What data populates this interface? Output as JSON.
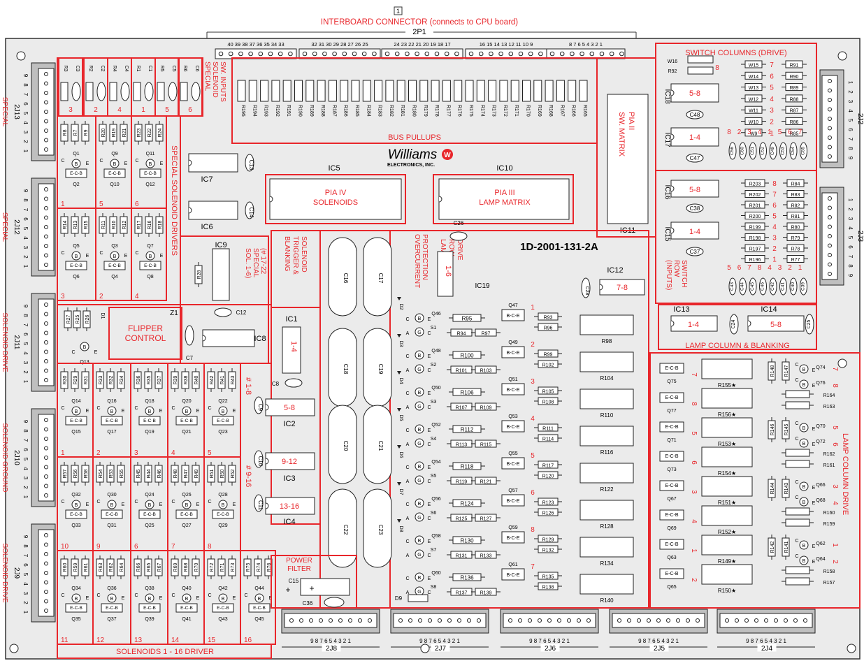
{
  "header": {
    "pin_marker": "1",
    "connector_title": "INTERBOARD CONNECTOR (connects to CPU board)",
    "connector_id": "2P1",
    "pin_groups": [
      "40 39 38 37 36 35 34 33",
      "32 31 30 29 28 27 26 25",
      "24 23 22 21 20 19 18 17",
      "16 15 14 13 12 11 10 9",
      "8 7 6 5 4 3 2 1"
    ]
  },
  "board_id": "1D-2001-131-2A",
  "brand": {
    "name": "Williams",
    "sub": "ELECTRONICS, INC.",
    "logo": "W"
  },
  "sections": {
    "bus_pullups": "BUS PULLUPS",
    "special_inputs": [
      "SPECIAL",
      "SOLENOID",
      "SW. INPUTS"
    ],
    "special_drivers": "SPECIAL SOLENOID DRIVERS",
    "switch_columns": "SWITCH COLUMNS (DRIVE)",
    "switch_row": [
      "SWITCH",
      "ROW",
      "(INPUTS)"
    ],
    "lamp_column_blanking": "LAMP COLUMN & BLANKING",
    "lamp_column_drive": "LAMP COLUMN DRIVE",
    "solenoids_driver": "SOLENOIDS 1 - 16 DRIVER",
    "flipper": [
      "FLIPPER",
      "CONTROL"
    ],
    "power_filter": [
      "POWER",
      "FILTER"
    ],
    "overcurrent": [
      "OVERCURRENT",
      "PROTECTION"
    ],
    "solenoid_trigger": [
      "SOLENOID",
      "TRIGGER &",
      "BLANKING"
    ],
    "lamp_row": [
      "LAMP",
      "ROW",
      "DRIVE"
    ],
    "special_sol": [
      "(# 17-22",
      "SPECIAL",
      "SOL. 1-6)"
    ],
    "range_1_8": "# 1-8",
    "range_9_16": "# 9-16"
  },
  "chips": {
    "ic5": {
      "id": "IC5",
      "label": [
        "PIA IV",
        "SOLENOIDS"
      ]
    },
    "ic10": {
      "id": "IC10",
      "label": [
        "PIA III",
        "LAMP MATRIX"
      ]
    },
    "ic11": {
      "id": "IC11",
      "label": [
        "PIA II",
        "SW. MATRIX"
      ]
    },
    "ic1": {
      "id": "IC1",
      "label": "1-4"
    },
    "ic2": {
      "id": "IC2",
      "label": "5-8"
    },
    "ic3": {
      "id": "IC3",
      "label": "9-12"
    },
    "ic4": {
      "id": "IC4",
      "label": "13-16"
    },
    "ic6": {
      "id": "IC6"
    },
    "ic7": {
      "id": "IC7"
    },
    "ic8": {
      "id": "IC8"
    },
    "ic9": {
      "id": "IC9"
    },
    "ic12": {
      "id": "IC12",
      "label": "7-8"
    },
    "ic13": {
      "id": "IC13",
      "label": "1-4"
    },
    "ic14": {
      "id": "IC14",
      "label": "5-8"
    },
    "ic15": {
      "id": "IC15",
      "label": "1-4"
    },
    "ic16": {
      "id": "IC16",
      "label": "5-8"
    },
    "ic17": {
      "id": "IC17",
      "label": "1-4"
    },
    "ic18": {
      "id": "IC18",
      "label": "5-8"
    },
    "ic19": {
      "id": "IC19",
      "label": "1-6"
    }
  },
  "pullup_resistors": [
    "R195",
    "R194",
    "R193",
    "R192",
    "R191",
    "R190",
    "R189",
    "R188",
    "R187",
    "R186",
    "R185",
    "R184",
    "R183",
    "R182",
    "R181",
    "R180",
    "R179",
    "R178",
    "R177",
    "R176",
    "R175",
    "R174",
    "R173",
    "R172",
    "R171",
    "R170",
    "R169",
    "R168",
    "R167",
    "R166",
    "R165"
  ],
  "filter_caps": [
    "C16",
    "C17",
    "C18",
    "C19",
    "C20",
    "C21",
    "C22",
    "C23"
  ],
  "left_connectors": [
    {
      "id": "2J13",
      "side": "SPECIAL",
      "pins": [
        "9",
        "8",
        "7",
        "6",
        "5",
        "4",
        "3",
        "2",
        "1"
      ]
    },
    {
      "id": "2J12",
      "side": "SPECIAL",
      "pins": [
        "9",
        "8",
        "7",
        "6",
        "5",
        "4",
        "3",
        "2",
        "1"
      ]
    },
    {
      "id": "2J11",
      "side": "SOLENOID DRIVE",
      "pins": [
        "9",
        "8",
        "7",
        "6",
        "5",
        "4",
        "3",
        "2",
        "1"
      ]
    },
    {
      "id": "2J10",
      "side": "SOLENOID GROUND",
      "pins": [
        "9",
        "8",
        "7",
        "6",
        "5",
        "4",
        "3",
        "2",
        "1"
      ]
    },
    {
      "id": "2J9",
      "side": "SOLENOID DRIVE",
      "pins": [
        "9",
        "8",
        "7",
        "6",
        "5",
        "4",
        "3",
        "2",
        "1"
      ]
    }
  ],
  "right_connectors": [
    {
      "id": "2J2",
      "pins": [
        "1",
        "2",
        "3",
        "4",
        "5",
        "6",
        "7",
        "8",
        "9"
      ]
    },
    {
      "id": "2J3",
      "pins": [
        "1",
        "2",
        "3",
        "4",
        "5",
        "6",
        "7",
        "8",
        "9"
      ]
    }
  ],
  "bottom_connectors": [
    {
      "id": "2J8",
      "pins": "9 8 7 6 5 4 3 2 1"
    },
    {
      "id": "2J7",
      "pins": "9 8 7 6 5 4 3 2 1"
    },
    {
      "id": "2J6",
      "pins": "9 8 7 6 5 4 3 2 1"
    },
    {
      "id": "2J5",
      "pins": "9 8 7 6 5 4 3 2 1"
    },
    {
      "id": "2J4",
      "pins": "9 8 7 6 5 4 3 2 1"
    }
  ],
  "special_input_cells": [
    {
      "r": "R3",
      "c": "C3",
      "n": "3"
    },
    {
      "r": "R2",
      "c": "C2",
      "n": "2"
    },
    {
      "r": "R4",
      "c": "C4",
      "n": "4"
    },
    {
      "r": "R1",
      "c": "C1",
      "n": "1"
    },
    {
      "r": "R5",
      "c": "C5",
      "n": "5"
    },
    {
      "r": "R6",
      "c": "C6",
      "n": "6"
    }
  ],
  "special_driver_cells": [
    {
      "rs": [
        "R8",
        "R7",
        "R9"
      ],
      "q1": "Q1",
      "q2": "Q2",
      "n": "1"
    },
    {
      "rs": [
        "R20",
        "R19",
        "R21"
      ],
      "q1": "Q9",
      "q2": "Q10",
      "n": "5"
    },
    {
      "rs": [
        "R23",
        "R22",
        "R24"
      ],
      "q1": "Q11",
      "q2": "Q12",
      "n": "6"
    },
    {
      "rs": [
        "R14",
        "R13",
        "R15"
      ],
      "q1": "Q5",
      "q2": "Q6",
      "n": "3"
    },
    {
      "rs": [
        "R11",
        "R10",
        "R12"
      ],
      "q1": "Q3",
      "q2": "Q4",
      "n": "2"
    },
    {
      "rs": [
        "R17",
        "R16",
        "R18"
      ],
      "q1": "Q7",
      "q2": "Q8",
      "n": "4"
    }
  ],
  "solenoid_cells": [
    {
      "rs": [
        "R30",
        "R29",
        "R31"
      ],
      "q1": "Q14",
      "q2": "Q15",
      "n": "1"
    },
    {
      "rs": [
        "R33",
        "R32",
        "R34"
      ],
      "q1": "Q16",
      "q2": "Q17",
      "n": "2"
    },
    {
      "rs": [
        "R36",
        "R35",
        "R37"
      ],
      "q1": "Q18",
      "q2": "Q19",
      "n": "3"
    },
    {
      "rs": [
        "R39",
        "R38",
        "R40"
      ],
      "q1": "Q20",
      "q2": "Q21",
      "n": "4"
    },
    {
      "rs": [
        "R42",
        "R41",
        "R43"
      ],
      "q1": "Q22",
      "q2": "Q23",
      "n": "5"
    },
    {
      "rs": [
        "R57",
        "R56",
        "R58"
      ],
      "q1": "Q32",
      "q2": "Q33",
      "n": "10"
    },
    {
      "rs": [
        "R54",
        "R53",
        "R55"
      ],
      "q1": "Q30",
      "q2": "Q31",
      "n": "9"
    },
    {
      "rs": [
        "R45",
        "R44",
        "R46"
      ],
      "q1": "Q24",
      "q2": "Q25",
      "n": "6"
    },
    {
      "rs": [
        "R48",
        "R47",
        "R49"
      ],
      "q1": "Q26",
      "q2": "Q27",
      "n": "7"
    },
    {
      "rs": [
        "R51",
        "R50",
        "R52"
      ],
      "q1": "Q28",
      "q2": "Q29",
      "n": "8"
    },
    {
      "rs": [
        "R60",
        "R59",
        "R61"
      ],
      "q1": "Q34",
      "q2": "Q35",
      "n": "11"
    },
    {
      "rs": [
        "R63",
        "R62",
        "R64"
      ],
      "q1": "Q36",
      "q2": "Q37",
      "n": "12"
    },
    {
      "rs": [
        "R66",
        "R65",
        "R67"
      ],
      "q1": "Q38",
      "q2": "Q39",
      "n": "13"
    },
    {
      "rs": [
        "R69",
        "R68",
        "R70"
      ],
      "q1": "Q40",
      "q2": "Q41",
      "n": "14"
    },
    {
      "rs": [
        "R72",
        "R71",
        "R73"
      ],
      "q1": "Q42",
      "q2": "Q43",
      "n": "15"
    },
    {
      "rs": [
        "R75",
        "R74",
        "R76"
      ],
      "q1": "Q44",
      "q2": "Q45",
      "n": "16"
    }
  ],
  "lamp_row_rows": [
    {
      "d": "D2",
      "q": "Q46",
      "s": "S1",
      "r1": "R95",
      "r2": "R94",
      "r3": "R97",
      "qb": "Q47",
      "n": "1",
      "ra": "R93",
      "rb": "R96",
      "big": "R98"
    },
    {
      "d": "D3",
      "q": "Q48",
      "s": "S2",
      "r1": "R100",
      "r2": "R101",
      "r3": "R103",
      "qb": "Q49",
      "n": "2",
      "ra": "R99",
      "rb": "R102",
      "big": "R104"
    },
    {
      "d": "D4",
      "q": "Q50",
      "s": "S3",
      "r1": "R106",
      "r2": "R107",
      "r3": "R109",
      "qb": "Q51",
      "n": "3",
      "ra": "R105",
      "rb": "R108",
      "big": "R110"
    },
    {
      "d": "D5",
      "q": "Q52",
      "s": "S4",
      "r1": "R112",
      "r2": "R113",
      "r3": "R115",
      "qb": "Q53",
      "n": "4",
      "ra": "R111",
      "rb": "R114",
      "big": "R116"
    },
    {
      "d": "D6",
      "q": "Q54",
      "s": "S5",
      "r1": "R118",
      "r2": "R119",
      "r3": "R121",
      "qb": "Q55",
      "n": "5",
      "ra": "R117",
      "rb": "R120",
      "big": "R122"
    },
    {
      "d": "D7",
      "q": "Q56",
      "s": "S6",
      "r1": "R124",
      "r2": "R125",
      "r3": "R127",
      "qb": "Q57",
      "n": "6",
      "ra": "R123",
      "rb": "R126",
      "big": "R128"
    },
    {
      "d": "D8",
      "q": "Q58",
      "s": "S7",
      "r1": "R130",
      "r2": "R131",
      "r3": "R133",
      "qb": "Q59",
      "n": "8",
      "ra": "R129",
      "rb": "R132",
      "big": "R134"
    },
    {
      "d": "",
      "q": "Q60",
      "s": "S8",
      "r1": "R136",
      "r2": "R137",
      "r3": "R139",
      "qb": "Q61",
      "n": "7",
      "ra": "R135",
      "rb": "R138",
      "big": "R140"
    }
  ],
  "switch_col_rows": [
    {
      "w": "W15",
      "n": "7",
      "r": "R91"
    },
    {
      "w": "W14",
      "n": "6",
      "r": "R90"
    },
    {
      "w": "W13",
      "n": "5",
      "r": "R89"
    },
    {
      "w": "W12",
      "n": "4",
      "r": "R88"
    },
    {
      "w": "W11",
      "n": "3",
      "r": "R87"
    },
    {
      "w": "W10",
      "n": "2",
      "r": "R86"
    },
    {
      "w": "W9",
      "n": "1",
      "r": "R85"
    }
  ],
  "switch_col_extra": {
    "w": "W16",
    "r": "R92",
    "n": "8"
  },
  "switch_row_rows": [
    {
      "r1": "R203",
      "n": "8",
      "r2": "R84"
    },
    {
      "r1": "R202",
      "n": "7",
      "r2": "R83"
    },
    {
      "r1": "R201",
      "n": "6",
      "r2": "R82"
    },
    {
      "r1": "R200",
      "n": "5",
      "r2": "R81"
    },
    {
      "r1": "R199",
      "n": "4",
      "r2": "R80"
    },
    {
      "r1": "R198",
      "n": "3",
      "r2": "R79"
    },
    {
      "r1": "R197",
      "n": "2",
      "r2": "R78"
    },
    {
      "r1": "R196",
      "n": "1",
      "r2": "R77"
    }
  ],
  "switch_col_caps": [
    "C56",
    "C50",
    "C51",
    "C52",
    "C49",
    "C53",
    "C54",
    "C55"
  ],
  "switch_col_cap_nums": [
    "8",
    "2",
    "3",
    "4",
    "1",
    "5",
    "6",
    "7"
  ],
  "switch_row_caps": [
    "C43",
    "C44",
    "C45",
    "C46",
    "C42",
    "C41",
    "C40",
    "C39"
  ],
  "switch_row_cap_nums": [
    "5",
    "6",
    "7",
    "8",
    "4",
    "3",
    "2",
    "1"
  ],
  "misc_caps": [
    "C48",
    "C47",
    "C38",
    "C37",
    "C13",
    "C14",
    "C12",
    "C7",
    "C8",
    "C9",
    "C10",
    "C11",
    "C26",
    "C28",
    "C24",
    "C25",
    "C15",
    "C36"
  ],
  "misc": {
    "r28": "R28",
    "z1": "Z1",
    "q13": "Q13",
    "d9": "D9",
    "d1": "D1",
    "r25": "R25",
    "r26": "R26",
    "r27": "R27"
  },
  "lamp_col_rows": [
    {
      "q": "Q75",
      "n": "7",
      "r": "R155"
    },
    {
      "q": "Q77",
      "n": "8",
      "r": "R156"
    },
    {
      "q": "Q71",
      "n": "5",
      "r": "R153"
    },
    {
      "q": "Q73",
      "n": "6",
      "r": "R154"
    },
    {
      "q": "Q67",
      "n": "3",
      "r": "R151"
    },
    {
      "q": "Q69",
      "n": "4",
      "r": "R152"
    },
    {
      "q": "Q63",
      "n": "1",
      "r": "R149"
    },
    {
      "q": "Q65",
      "n": "2",
      "r": "R150"
    }
  ],
  "lamp_col_right": [
    {
      "ra": "R148",
      "rb": "R147",
      "qa": "Q74",
      "na": "7",
      "qb": "Q76",
      "nb": "8",
      "r1": "R164",
      "r2": "R163"
    },
    {
      "ra": "R146",
      "rb": "R145",
      "qa": "Q70",
      "na": "5",
      "qb": "Q72",
      "nb": "6",
      "r1": "R162",
      "r2": "R161"
    },
    {
      "ra": "R144",
      "rb": "R143",
      "qa": "Q66",
      "na": "3",
      "qb": "Q68",
      "nb": "4",
      "r1": "R160",
      "r2": "R159"
    },
    {
      "ra": "R142",
      "rb": "R141",
      "qa": "Q62",
      "na": "1",
      "qb": "Q64",
      "nb": "2",
      "r1": "R158",
      "r2": "R157"
    }
  ]
}
